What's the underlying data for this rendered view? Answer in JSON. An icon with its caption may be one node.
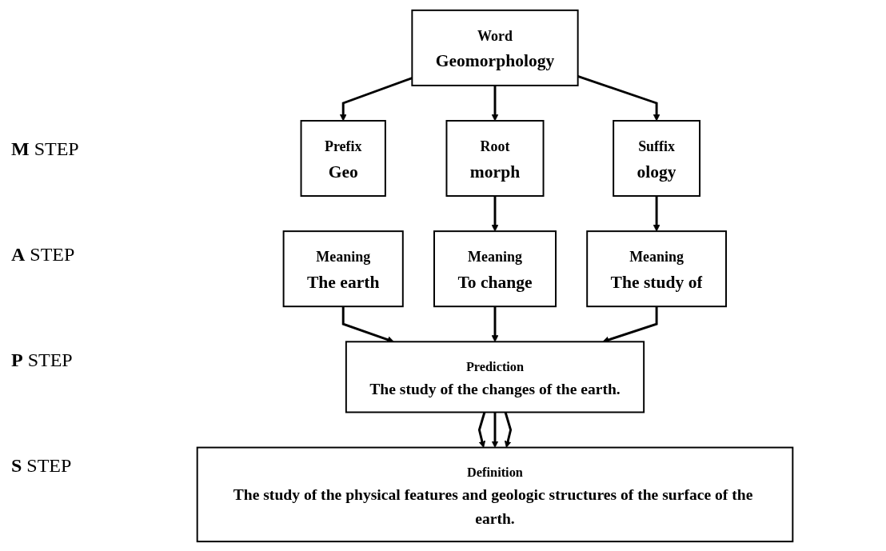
{
  "diagram": {
    "nodes": [
      {
        "text": [
          "Word",
          "Geomorphology"
        ]
      },
      {
        "text": [
          "Prefix",
          "Geo"
        ]
      },
      {
        "text": [
          "Root",
          "morph"
        ]
      },
      {
        "text": [
          "Suffix",
          "ology"
        ]
      },
      {
        "text": [
          "Meaning",
          "The earth"
        ]
      },
      {
        "text": [
          "Meaning",
          "To change"
        ]
      },
      {
        "text": [
          "Meaning",
          "The study of"
        ]
      },
      {
        "text": [
          "Prediction",
          "The study of the changes of the earth."
        ]
      },
      {
        "text": [
          "Definition",
          "The study of the physical features and geologic structures of the surface of the earth."
        ]
      }
    ],
    "edges": [
      {
        "from": 0,
        "to": 1,
        "arrow": "to"
      },
      {
        "from": 0,
        "to": 2,
        "arrow": "to"
      },
      {
        "from": 0,
        "to": 3,
        "arrow": "to"
      },
      {
        "from": 2,
        "to": 5,
        "arrow": "to"
      },
      {
        "from": 3,
        "to": 6,
        "arrow": "to"
      },
      {
        "from": 4,
        "to": 7,
        "arrow": "to"
      },
      {
        "from": 5,
        "to": 7,
        "arrow": "to"
      },
      {
        "from": 6,
        "to": 7,
        "arrow": "to"
      },
      {
        "from": 7,
        "to": 8,
        "arrow": "to"
      },
      {
        "from": 7,
        "to": 8,
        "arrow": "to"
      },
      {
        "from": 7,
        "to": 8,
        "arrow": "to"
      }
    ],
    "labels": [
      "**M** STEP",
      "**A** STEP",
      "**P** STEP",
      "**S** STEP"
    ]
  }
}
